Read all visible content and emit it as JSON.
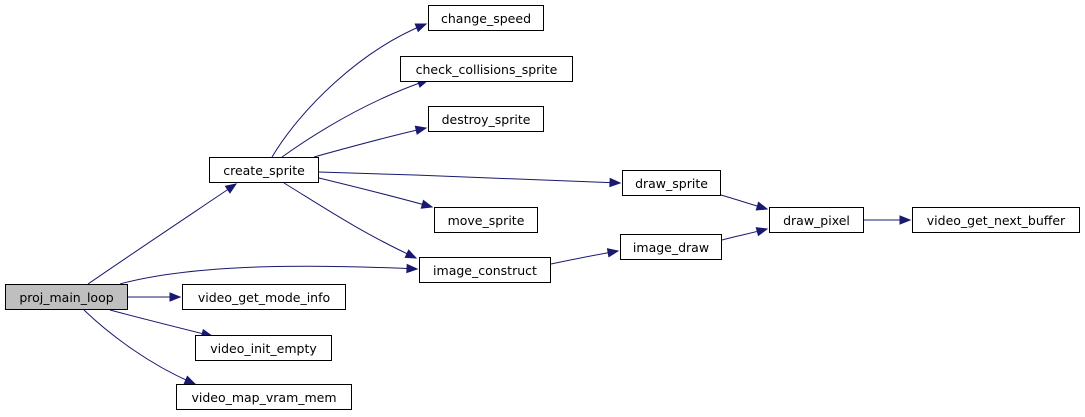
{
  "colors": {
    "edge": "#191970",
    "node_border": "#000000",
    "root_fill": "#bfbfbf",
    "node_fill": "#ffffff"
  },
  "nodes": {
    "proj_main_loop": "proj_main_loop",
    "create_sprite": "create_sprite",
    "change_speed": "change_speed",
    "check_collisions_sprite": "check_collisions_sprite",
    "destroy_sprite": "destroy_sprite",
    "draw_sprite": "draw_sprite",
    "move_sprite": "move_sprite",
    "image_construct": "image_construct",
    "image_draw": "image_draw",
    "draw_pixel": "draw_pixel",
    "video_get_next_buffer": "video_get_next_buffer",
    "video_get_mode_info": "video_get_mode_info",
    "video_init_empty": "video_init_empty",
    "video_map_vram_mem": "video_map_vram_mem"
  },
  "edges": [
    [
      "proj_main_loop",
      "create_sprite"
    ],
    [
      "proj_main_loop",
      "image_construct"
    ],
    [
      "proj_main_loop",
      "video_get_mode_info"
    ],
    [
      "proj_main_loop",
      "video_init_empty"
    ],
    [
      "proj_main_loop",
      "video_map_vram_mem"
    ],
    [
      "create_sprite",
      "change_speed"
    ],
    [
      "create_sprite",
      "check_collisions_sprite"
    ],
    [
      "create_sprite",
      "destroy_sprite"
    ],
    [
      "create_sprite",
      "draw_sprite"
    ],
    [
      "create_sprite",
      "move_sprite"
    ],
    [
      "create_sprite",
      "image_construct"
    ],
    [
      "draw_sprite",
      "draw_pixel"
    ],
    [
      "image_construct",
      "image_draw"
    ],
    [
      "image_draw",
      "draw_pixel"
    ],
    [
      "draw_pixel",
      "video_get_next_buffer"
    ]
  ]
}
